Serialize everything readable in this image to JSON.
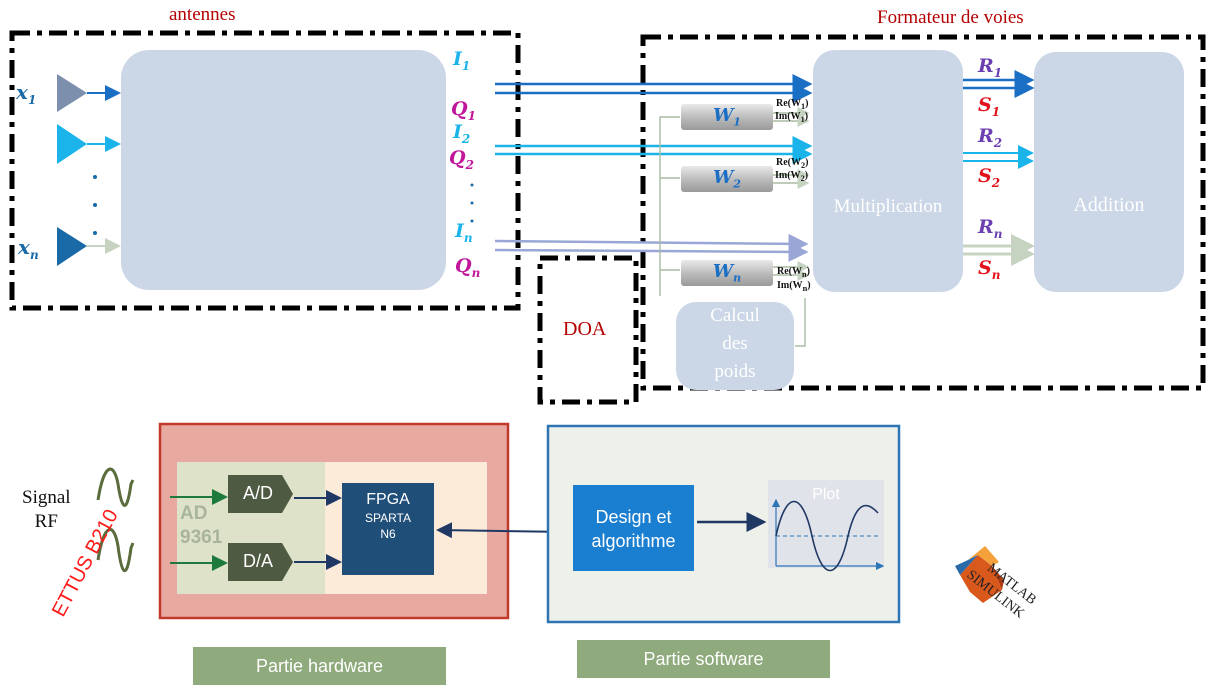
{
  "top_diagram": {
    "antennas_title": "antennes",
    "beamformer_title": "Formateur de voies",
    "inputs": [
      {
        "name": "x",
        "sub": "1"
      },
      {
        "name": "x",
        "sub": "n"
      }
    ],
    "iq_labels": [
      {
        "name": "I",
        "sub": "1"
      },
      {
        "name": "Q",
        "sub": "1"
      },
      {
        "name": "I",
        "sub": "2"
      },
      {
        "name": "Q",
        "sub": "2"
      },
      {
        "name": "I",
        "sub": "n"
      },
      {
        "name": "Q",
        "sub": "n"
      }
    ],
    "weights": [
      {
        "name": "W",
        "sub": "1",
        "re": "Re(W",
        "im": "Im(W"
      },
      {
        "name": "W",
        "sub": "2",
        "re": "Re(W",
        "im": "Im(W"
      },
      {
        "name": "W",
        "sub": "n",
        "re": "Re(W",
        "im": "Im(W"
      }
    ],
    "doa": "DOA",
    "calcul": [
      "Calcul",
      "des",
      "poids"
    ],
    "multiplication": "Multiplication",
    "addition": "Addition",
    "outputs": [
      {
        "name": "R",
        "sub": "1"
      },
      {
        "name": "S",
        "sub": "1"
      },
      {
        "name": "R",
        "sub": "2"
      },
      {
        "name": "S",
        "sub": "2"
      },
      {
        "name": "R",
        "sub": "n"
      },
      {
        "name": "S",
        "sub": "n"
      }
    ],
    "colors": {
      "antenna_dark": "#7c8fad",
      "antenna_light": "#1ab3ea",
      "antenna_n": "#1a6aa8",
      "block_fill": "#cbd6e6",
      "i_color": "#1ab3ea",
      "q_color": "#c0169a",
      "r_color": "#6b3fb0",
      "s_color": "#e0121b",
      "title_red": "#b40000"
    }
  },
  "bottom_diagram": {
    "signal_label": [
      "Signal",
      "RF"
    ],
    "ad_chip": [
      "AD",
      "9361"
    ],
    "ad": "A/D",
    "da": "D/A",
    "fpga": [
      "FPGA",
      "SPARTA",
      "N6"
    ],
    "ettus": "ETTUS B210",
    "design": [
      "Design et",
      "algorithme"
    ],
    "plot": "Plot",
    "hardware_label": "Partie hardware",
    "software_label": "Partie software",
    "logo": [
      "MATLAB",
      "SIMULINK"
    ],
    "colors": {
      "hardware_bg": "#e8a9a0",
      "hardware_border": "#c0392b",
      "software_bg": "#eef0ea",
      "software_border": "#2e75b6",
      "dark_block": "#4e5a42",
      "fpga_block": "#1f4e79",
      "design_block": "#1a7fd1",
      "label_bar": "#8faa7c"
    }
  }
}
